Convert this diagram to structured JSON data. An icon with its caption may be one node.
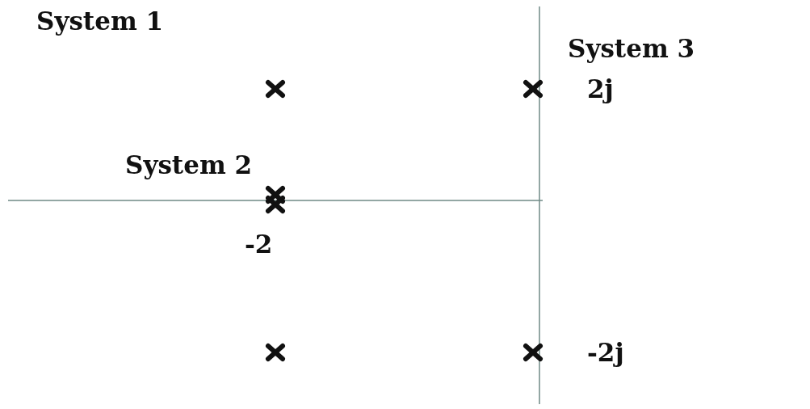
{
  "diagram": {
    "labels": [
      "System 1",
      "System 3",
      "2j",
      "System 2",
      "-2",
      "-2j"
    ]
  }
}
